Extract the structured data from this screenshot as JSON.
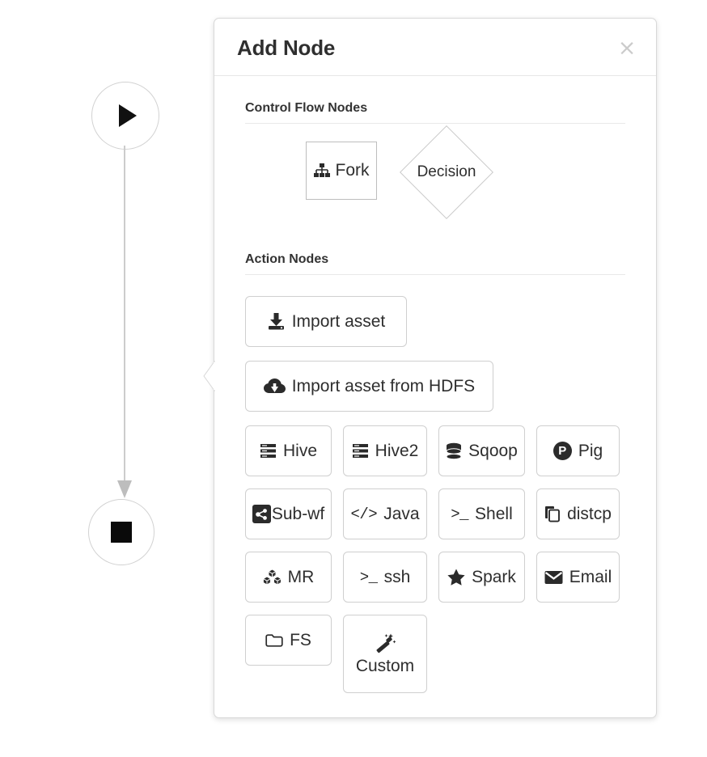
{
  "workflow": {
    "start_node": {
      "icon": "play-icon",
      "label": ""
    },
    "end_node": {
      "icon": "stop-icon",
      "label": ""
    },
    "connector": {
      "icon": "arrow-down-icon"
    }
  },
  "panel": {
    "title": "Add Node",
    "close_label": "×",
    "sections": [
      {
        "id": "control-flow",
        "title": "Control Flow Nodes"
      },
      {
        "id": "action-nodes",
        "title": "Action Nodes"
      }
    ],
    "control_flow_nodes": [
      {
        "label": "Fork",
        "icon": "sitemap-icon",
        "shape": "square"
      },
      {
        "label": "Decision",
        "icon": "",
        "shape": "diamond"
      }
    ],
    "wide_action_nodes": [
      {
        "label": "Import asset",
        "icon": "download-tray-icon"
      },
      {
        "label": "Import asset from HDFS",
        "icon": "cloud-download-icon"
      }
    ],
    "action_nodes": [
      {
        "label": "Hive",
        "icon": "server-stack-icon"
      },
      {
        "label": "Hive2",
        "icon": "server-stack-icon"
      },
      {
        "label": "Sqoop",
        "icon": "database-icon"
      },
      {
        "label": "Pig",
        "icon": "circle-p-icon"
      },
      {
        "label": "Sub-wf",
        "icon": "share-alt-square-icon"
      },
      {
        "label": "Java",
        "icon": "code-icon"
      },
      {
        "label": "Shell",
        "icon": "terminal-icon"
      },
      {
        "label": "distcp",
        "icon": "copy-icon"
      },
      {
        "label": "MR",
        "icon": "cubes-icon"
      },
      {
        "label": "ssh",
        "icon": "terminal-icon"
      },
      {
        "label": "Spark",
        "icon": "star-icon"
      },
      {
        "label": "Email",
        "icon": "envelope-icon"
      },
      {
        "label": "FS",
        "icon": "folder-icon"
      },
      {
        "label": "Custom",
        "icon": "magic-wand-icon"
      }
    ],
    "icon_glyphs": {
      "code-icon": "</>",
      "terminal-icon": ">_",
      "circle-p-icon": "P"
    }
  },
  "colors": {
    "panel_border": "#d8d8d8",
    "button_border": "#cfcfcf",
    "text": "#2e2e2e",
    "title": "#2f2f2f",
    "close": "#cbcbcb",
    "divider": "#e9e9e9",
    "node_fill": "#0a0a0a",
    "connector": "#cccccc"
  }
}
